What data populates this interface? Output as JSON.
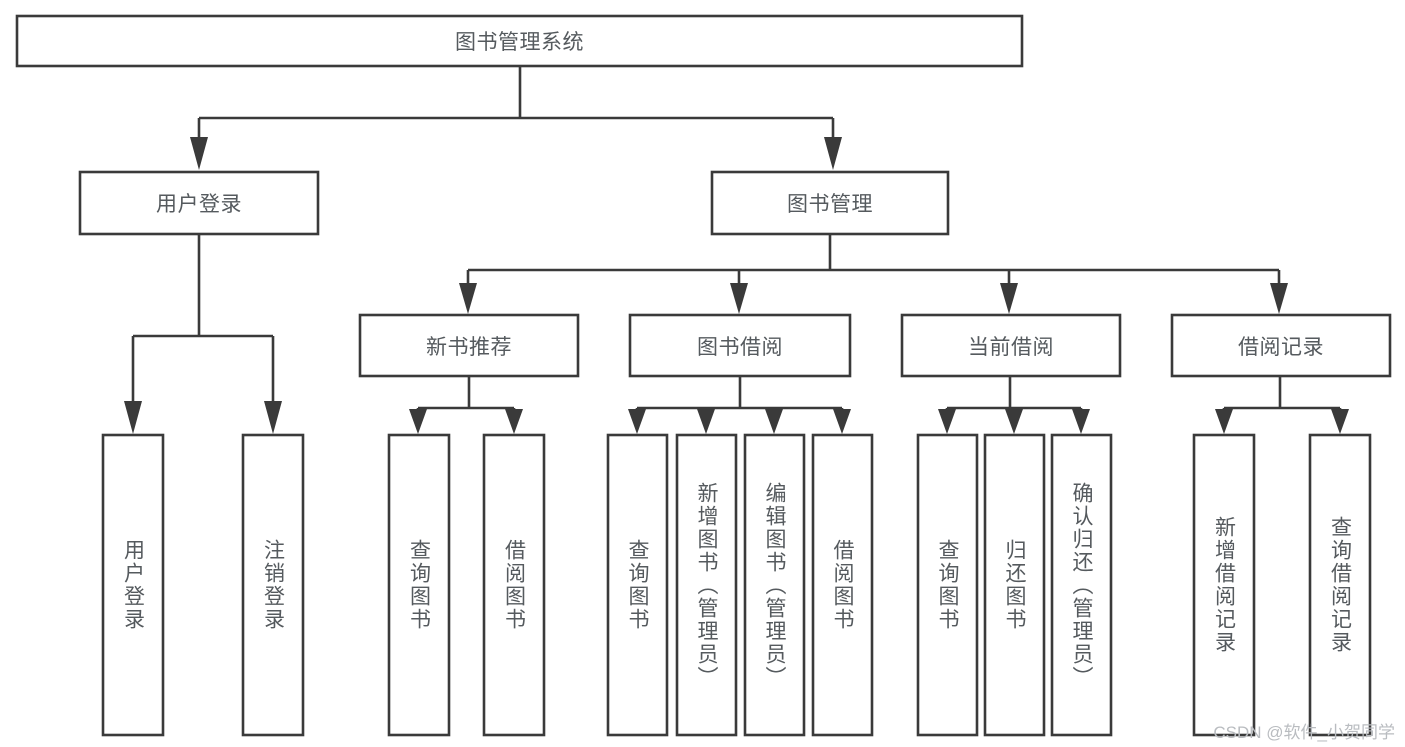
{
  "diagram": {
    "type": "tree-hierarchy",
    "title": "图书管理系统",
    "orientation": "top-down",
    "watermark": "CSDN @软件_小贺同学",
    "colors": {
      "background": "#ffffff",
      "stroke": "#3a3a3a",
      "box_fill": "#ffffff",
      "text": "#555a5e",
      "watermark": "#b9bcc0"
    },
    "root": {
      "id": "root",
      "label": "图书管理系统",
      "level": 0
    },
    "level1": [
      {
        "id": "user-login",
        "label": "用户登录",
        "level": 1
      },
      {
        "id": "book-manage",
        "label": "图书管理",
        "level": 1
      }
    ],
    "level2": [
      {
        "id": "new-book-recommend",
        "label": "新书推荐",
        "level": 2,
        "parent": "book-manage"
      },
      {
        "id": "book-borrow",
        "label": "图书借阅",
        "level": 2,
        "parent": "book-manage"
      },
      {
        "id": "current-borrow",
        "label": "当前借阅",
        "level": 2,
        "parent": "book-manage"
      },
      {
        "id": "borrow-record",
        "label": "借阅记录",
        "level": 2,
        "parent": "book-manage"
      }
    ],
    "leaves": [
      {
        "id": "leaf-user-login",
        "label": "用户登录",
        "parent": "user-login"
      },
      {
        "id": "leaf-user-logout",
        "label": "注销登录",
        "parent": "user-login"
      },
      {
        "id": "leaf-query-book-1",
        "label": "查询图书",
        "parent": "new-book-recommend"
      },
      {
        "id": "leaf-borrow-book-1",
        "label": "借阅图书",
        "parent": "new-book-recommend"
      },
      {
        "id": "leaf-query-book-2",
        "label": "查询图书",
        "parent": "book-borrow"
      },
      {
        "id": "leaf-add-book",
        "label": "新增图书（管理员）",
        "parent": "book-borrow"
      },
      {
        "id": "leaf-edit-book",
        "label": "编辑图书（管理员）",
        "parent": "book-borrow"
      },
      {
        "id": "leaf-borrow-book-2",
        "label": "借阅图书",
        "parent": "book-borrow"
      },
      {
        "id": "leaf-query-book-3",
        "label": "查询图书",
        "parent": "current-borrow"
      },
      {
        "id": "leaf-return-book",
        "label": "归还图书",
        "parent": "current-borrow"
      },
      {
        "id": "leaf-confirm-return",
        "label": "确认归还（管理员）",
        "parent": "current-borrow"
      },
      {
        "id": "leaf-add-record",
        "label": "新增借阅记录",
        "parent": "borrow-record"
      },
      {
        "id": "leaf-query-record",
        "label": "查询借阅记录",
        "parent": "borrow-record"
      }
    ]
  }
}
